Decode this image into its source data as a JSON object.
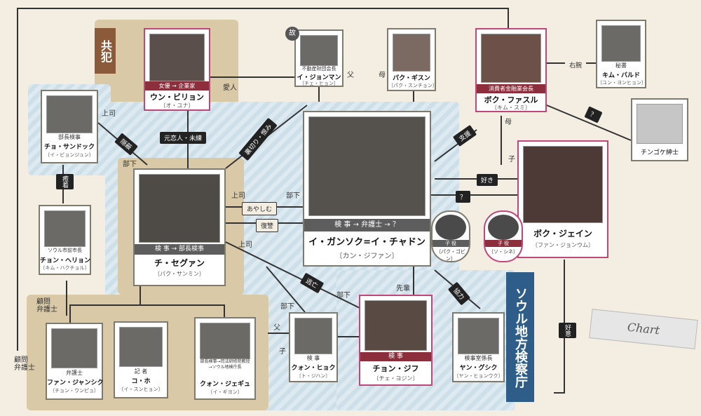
{
  "zones": {
    "accomplice_label": "共犯",
    "prosecutors_office_label": "ソウル地方検察庁"
  },
  "chart_logo": "Chart",
  "people": {
    "eun_biryon": {
      "role": "女優 → 企業家",
      "name": "ウン・ビリョン",
      "actor": "〔オ・ユナ〕"
    },
    "lee_jongman": {
      "role": "不動産財団会長",
      "name": "イ・ジョンマン",
      "actor": "〔チェ・ヒョン〕",
      "badge": "故"
    },
    "park_gison": {
      "role": "",
      "name": "パク・ギスン",
      "actor": "〔パク・スンチョン〕"
    },
    "bok_fasul": {
      "role": "消費者金融業会長",
      "name": "ボク・ファスル",
      "actor": "〔キム・スミ〕"
    },
    "kim_baldo": {
      "role": "秘書",
      "name": "キム・バルド",
      "actor": "〔ユン・ヨンヒョン〕"
    },
    "chingoke": {
      "name": "チンゴケ紳士"
    },
    "cho_sandok": {
      "role": "部長検事",
      "name": "チョ・サンドック",
      "actor": "〔イ・ビョンジュン〕"
    },
    "lee_gangsok": {
      "role": "検 事 → 弁護士 → ？",
      "name": "イ・ガンソク=イ・チャドン",
      "actor": "〔カン・ジファン〕"
    },
    "bok_jein": {
      "role": "",
      "name": "ボク・ジェイン",
      "actor": "〔ファン・ジョンウム〕"
    },
    "child_lee": {
      "role": "子 役",
      "name": "〔パク・ゴビン〕"
    },
    "child_bok": {
      "role": "子 役",
      "name": "〔ソ・シネ〕"
    },
    "chon_heriyon": {
      "role": "ソウル市前市長",
      "name": "チョン・ヘリョン",
      "actor": "〔キム・ハクチョル〕"
    },
    "chi_segan": {
      "role": "検 事 → 部長検事",
      "name": "チ・セグァン",
      "actor": "〔パク・サンミン〕"
    },
    "fan_jansik": {
      "role": "弁護士",
      "name": "ファン・ジャンシク",
      "actor": "〔チョン・ウンピョ〕"
    },
    "ko_ho": {
      "role": "記 者",
      "name": "コ・ホ",
      "actor": "〔イ・スンヒョン〕"
    },
    "kwon_jegi": {
      "role": "部長検事→司法研修院教授→ソウル地検庁長",
      "name": "クォン・ジェギュ",
      "actor": "〔イ・ギヨン〕"
    },
    "kwon_hyok": {
      "role": "検 事",
      "name": "クォン・ヒョク",
      "actor": "〔ト・ジハン〕"
    },
    "chon_jifu": {
      "role": "検 事",
      "name": "チョン・ジフ",
      "actor": "〔チェ・ヨジン〕"
    },
    "yang_gusik": {
      "role": "検事室係長",
      "name": "ヤン・グシク",
      "actor": "〔ヤン・ヒョンウク〕"
    }
  },
  "relations": {
    "ex_lover": "元恋人・未練",
    "lover": "愛人",
    "father": "父",
    "mother": "母",
    "mother2": "母",
    "right_arm": "右腕",
    "q1": "？",
    "superior1": "上司",
    "subordinate1": "部下",
    "betrayal": "裏切り・恨み",
    "support": "支援",
    "child1": "子",
    "suspicious": "あやしむ",
    "subordinate2": "部下",
    "like": "好き",
    "q2": "？",
    "superior2": "上司",
    "revenge": "復讐",
    "superior3": "上司",
    "hide": "隠蔽",
    "collude": "癒着",
    "advisor_lawyer1": "顧問\n弁護士",
    "advisor_lawyer2": "顧問\n弁護士",
    "subordinate3": "部下",
    "subordinate4": "部下",
    "stray": "逃亡",
    "senior": "先輩",
    "father2": "父",
    "child2": "子",
    "crush": "好意",
    "assist": "協力"
  }
}
